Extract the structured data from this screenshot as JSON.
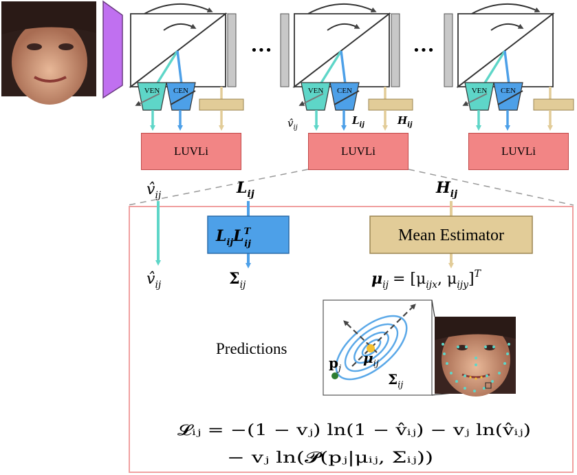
{
  "modules": {
    "ven": "VEN",
    "cen": "CEN",
    "luvli": "LUVLi"
  },
  "ellipsis": "•••",
  "labels": {
    "v_hat": "v̂",
    "L": "L",
    "H": "H",
    "ij": "ij",
    "T": "T",
    "sigma": "Σ",
    "mu": "μ",
    "p": "p",
    "j": "j"
  },
  "detail": {
    "mean_estimator": "Mean Estimator",
    "mu_rhs": "= [μ",
    "mu_ijx": "ijx",
    "mu_comma": ", μ",
    "mu_ijy": "ijy",
    "mu_close": "]",
    "predictions": "Predictions"
  },
  "loss": {
    "line1": "𝓛ᵢⱼ = −(1 − vⱼ) ln(1 − v̂ᵢⱼ) − vⱼ ln(v̂ᵢⱼ)",
    "line2": "− vⱼ ln(𝓟(pⱼ|μᵢⱼ, Σᵢⱼ))"
  },
  "colors": {
    "purple": "#c070f0",
    "ven": "#5ed6c8",
    "cen": "#4da0e8",
    "heatmap": "#e2cc98",
    "luvli": "#f28585",
    "panel_border": "#f0a0a0",
    "ellipse": "#5aa8e8"
  }
}
